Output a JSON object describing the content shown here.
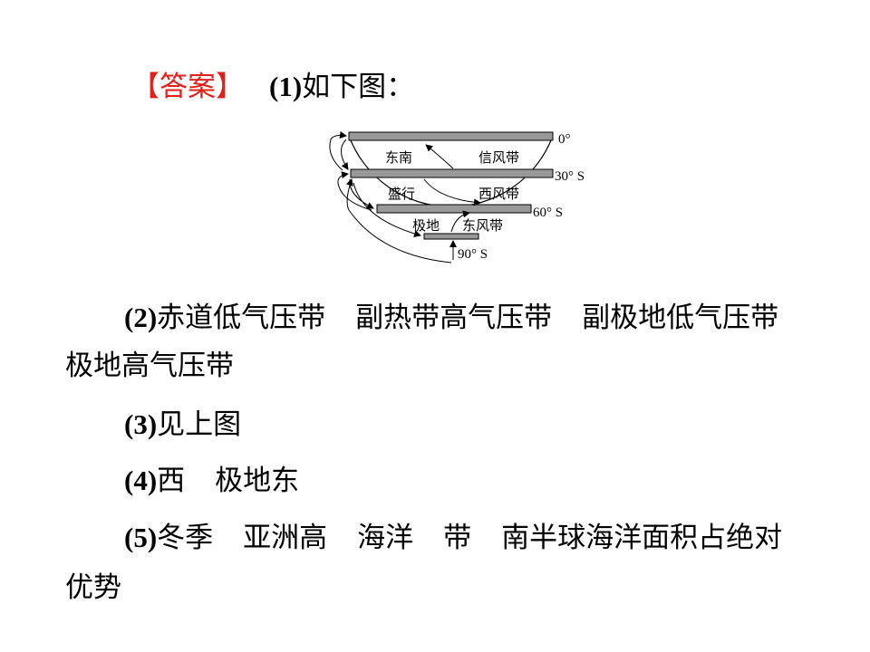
{
  "answer": {
    "label": "【答案】",
    "q1_num": "(1)",
    "q1_text": "如下图：",
    "q2_num": "(2)",
    "q2_parts": [
      "赤道低气压带",
      "副热带高气压带",
      "副极地低气压带"
    ],
    "q2_wrap": "极地高气压带",
    "q3_num": "(3)",
    "q3_text": "见上图",
    "q4_num": "(4)",
    "q4_parts": [
      "西",
      "极地东"
    ],
    "q5_num": "(5)",
    "q5_parts": [
      "冬季",
      "亚洲高",
      "海洋",
      "带",
      "南半球海洋面积占绝对"
    ],
    "q5_wrap": "优势"
  },
  "diagram": {
    "latitudes": [
      "0°",
      "30° S",
      "60° S",
      "90° S"
    ],
    "belt_labels": {
      "b1_left": "东南",
      "b1_right": "信风带",
      "b2_left": "盛行",
      "b2_right": "西风带",
      "b3_left": "极地",
      "b3_right": "东风带"
    }
  }
}
